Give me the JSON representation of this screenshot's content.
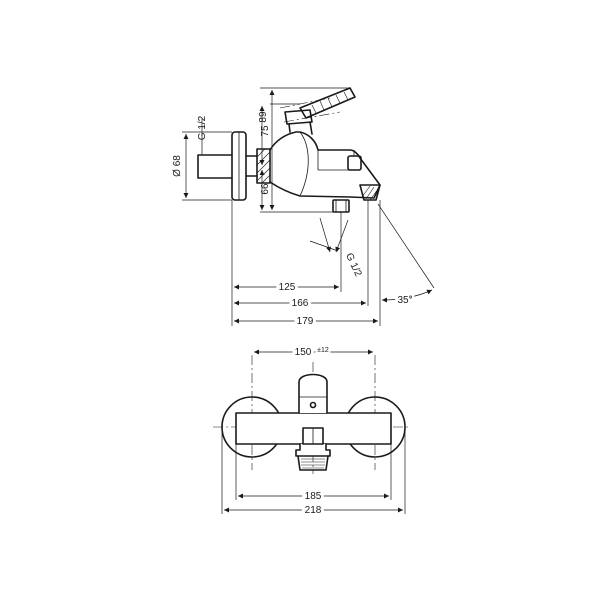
{
  "side_view": {
    "height_total": "89",
    "height_upper": "75",
    "height_lower": "66",
    "diameter": "Ø 68",
    "thread_top": "G 1/2",
    "thread_outlet": "G 1/2",
    "length_1": "125",
    "length_2": "166",
    "length_3": "179",
    "angle": "35°"
  },
  "front_view": {
    "centers": "150",
    "centers_tolerance": "±12",
    "width_inner": "185",
    "width_total": "218"
  }
}
